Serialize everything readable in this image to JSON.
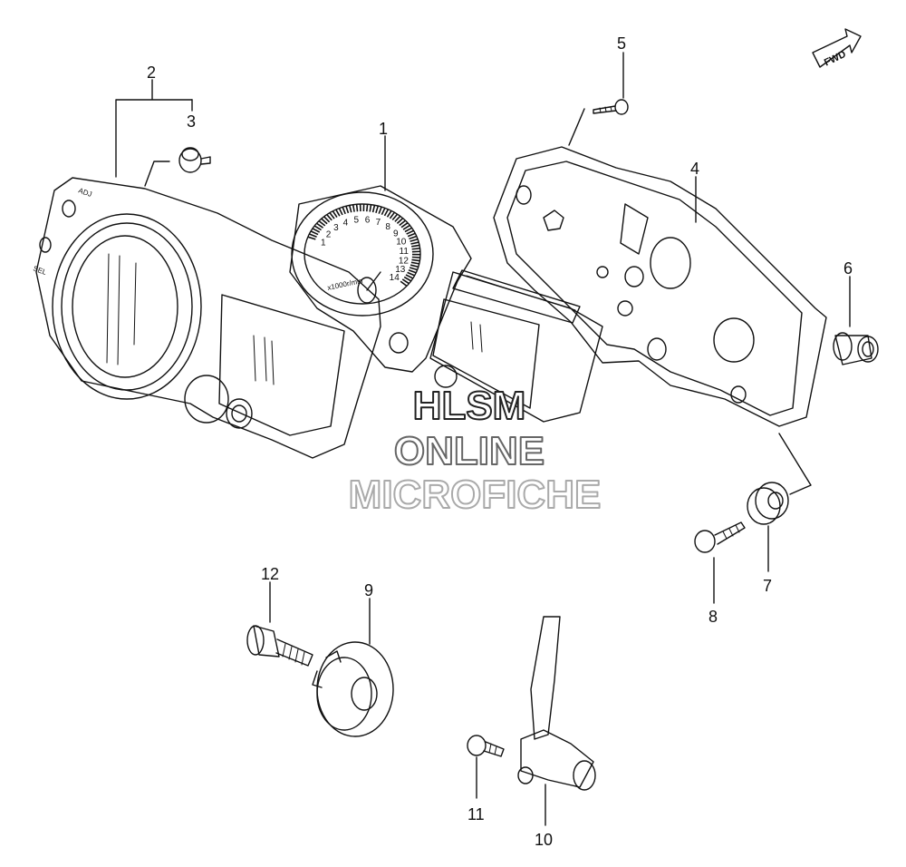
{
  "diagram": {
    "fwd_arrow_label": "FWD",
    "parts": [
      {
        "number": "1"
      },
      {
        "number": "2"
      },
      {
        "number": "3"
      },
      {
        "number": "4"
      },
      {
        "number": "5"
      },
      {
        "number": "6"
      },
      {
        "number": "7"
      },
      {
        "number": "8"
      },
      {
        "number": "9"
      },
      {
        "number": "10"
      },
      {
        "number": "11"
      },
      {
        "number": "12"
      }
    ],
    "dial_numbers": [
      "1",
      "2",
      "3",
      "4",
      "5",
      "6",
      "7",
      "8",
      "9",
      "10",
      "11",
      "12",
      "13",
      "14"
    ],
    "dial_unit": "x1000r/min",
    "cluster_text": [
      "ADJ",
      "SEL"
    ]
  },
  "watermark": {
    "line1": "HLSM",
    "line2": "ONLINE",
    "line3": "MICROFICHE",
    "colors": [
      "#222222",
      "#666666",
      "#aaaaaa"
    ]
  }
}
